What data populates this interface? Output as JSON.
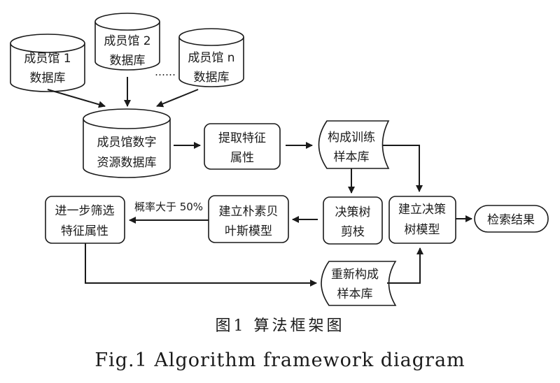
{
  "nodes": {
    "db1": [
      "成员馆 1",
      "数据库"
    ],
    "db2": [
      "成员馆 2",
      "数据库"
    ],
    "dbn": [
      "成员馆 n",
      "数据库"
    ],
    "ellipsis": "……",
    "central_db": [
      "成员馆数字",
      "资源数据库"
    ],
    "extract": [
      "提取特征",
      "属性"
    ],
    "train_set": [
      "构成训练",
      "样本库"
    ],
    "prune": [
      "决策树",
      "剪枝"
    ],
    "build_tree": [
      "建立决策",
      "树模型"
    ],
    "result": "检索结果",
    "bayes": [
      "建立朴素贝",
      "叶斯模型"
    ],
    "filter": [
      "进一步筛选",
      "特征属性"
    ],
    "resample": [
      "重新构成",
      "样本库"
    ]
  },
  "edge_labels": {
    "bayes_to_filter": "概率大于 50%"
  },
  "caption": {
    "cn": "图1 算法框架图",
    "en": "Fig.1 Algorithm framework diagram"
  }
}
